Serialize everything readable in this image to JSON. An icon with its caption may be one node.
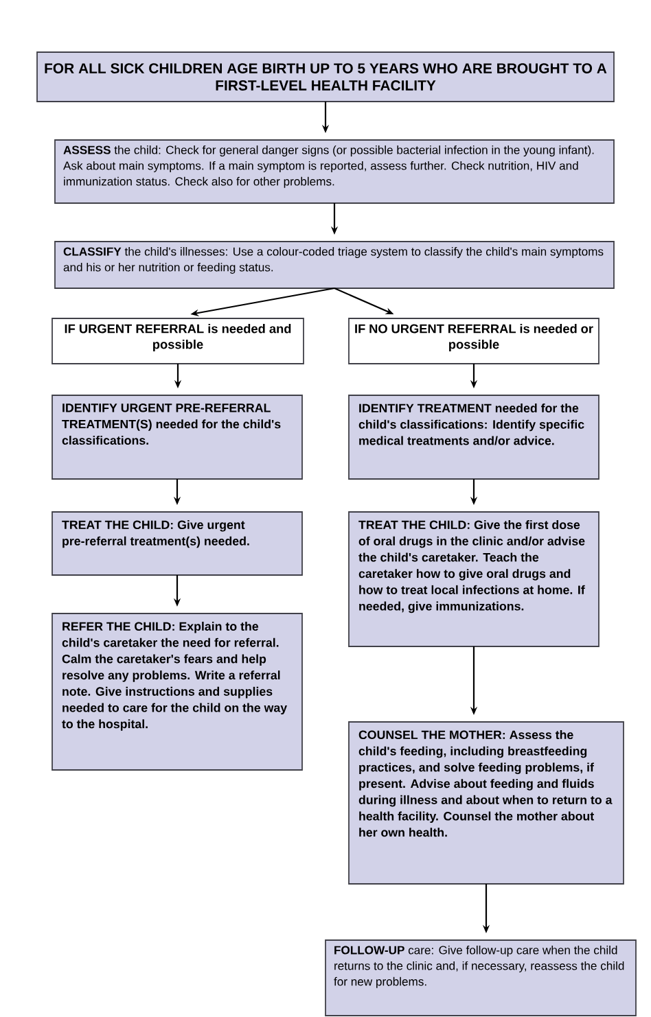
{
  "diagram": {
    "nodes": [
      {
        "text": [
          "FOR ALL SICK CHILDREN AGE BIRTH UP TO 5 YEARS WHO ARE BROUGHT TO A FIRST-LEVEL HEALTH FACILITY"
        ]
      },
      {
        "text": [
          "**ASSESS** the child: Check for general danger signs (or possible bacterial infection in the young infant). Ask about main symptoms. If a main symptom is reported, assess further. Check nutrition, HIV and immunization status. Check also for other problems."
        ]
      },
      {
        "text": [
          "**CLASSIFY** the child's illnesses: Use a colour-coded triage system to classify the child's main symptoms and his or her nutrition or feeding status."
        ]
      },
      {
        "text": [
          "IF URGENT REFERRAL is needed and possible"
        ]
      },
      {
        "text": [
          "IF NO URGENT REFERRAL is needed or possible"
        ]
      },
      {
        "text": [
          "IDENTIFY URGENT PRE-REFERRAL TREATMENT(S) needed for the child's classifications."
        ]
      },
      {
        "text": [
          "IDENTIFY TREATMENT needed for the child's classifications: Identify specific medical treatments and/or advice."
        ]
      },
      {
        "text": [
          "TREAT THE CHILD: Give urgent pre-referral treatment(s) needed."
        ]
      },
      {
        "text": [
          "TREAT THE CHILD: Give the first dose of oral drugs in the clinic and/or advise the child's caretaker. Teach the caretaker how to give oral drugs and how to treat local infections at home. If needed, give immunizations."
        ]
      },
      {
        "text": [
          "REFER THE CHILD: Explain to the child's caretaker the need for referral. Calm the caretaker's fears and help resolve any problems. Write a referral note. Give instructions and supplies needed to care for the child on the way to the hospital."
        ]
      },
      {
        "text": [
          "COUNSEL THE MOTHER: Assess the child's feeding, including breastfeeding practices, and solve feeding problems, if present. Advise about feeding and fluids during illness and about when to return to a health facility. Counsel the mother about her own health."
        ]
      },
      {
        "text": [
          "**FOLLOW-UP** care: Give follow-up care when the child returns to the clinic and, if necessary, reassess the child for new problems."
        ]
      }
    ],
    "edges": [
      {
        "from": 0,
        "to": 1,
        "arrow": "to"
      },
      {
        "from": 1,
        "to": 2,
        "arrow": "to"
      },
      {
        "from": 2,
        "to": 3,
        "arrow": "to"
      },
      {
        "from": 2,
        "to": 4,
        "arrow": "to"
      },
      {
        "from": 3,
        "to": 5,
        "arrow": "to"
      },
      {
        "from": 4,
        "to": 6,
        "arrow": "to"
      },
      {
        "from": 5,
        "to": 7,
        "arrow": "to"
      },
      {
        "from": 6,
        "to": 8,
        "arrow": "to"
      },
      {
        "from": 7,
        "to": 9,
        "arrow": "to"
      },
      {
        "from": 8,
        "to": 10,
        "arrow": "to"
      },
      {
        "from": 10,
        "to": 11,
        "arrow": "to"
      }
    ]
  }
}
